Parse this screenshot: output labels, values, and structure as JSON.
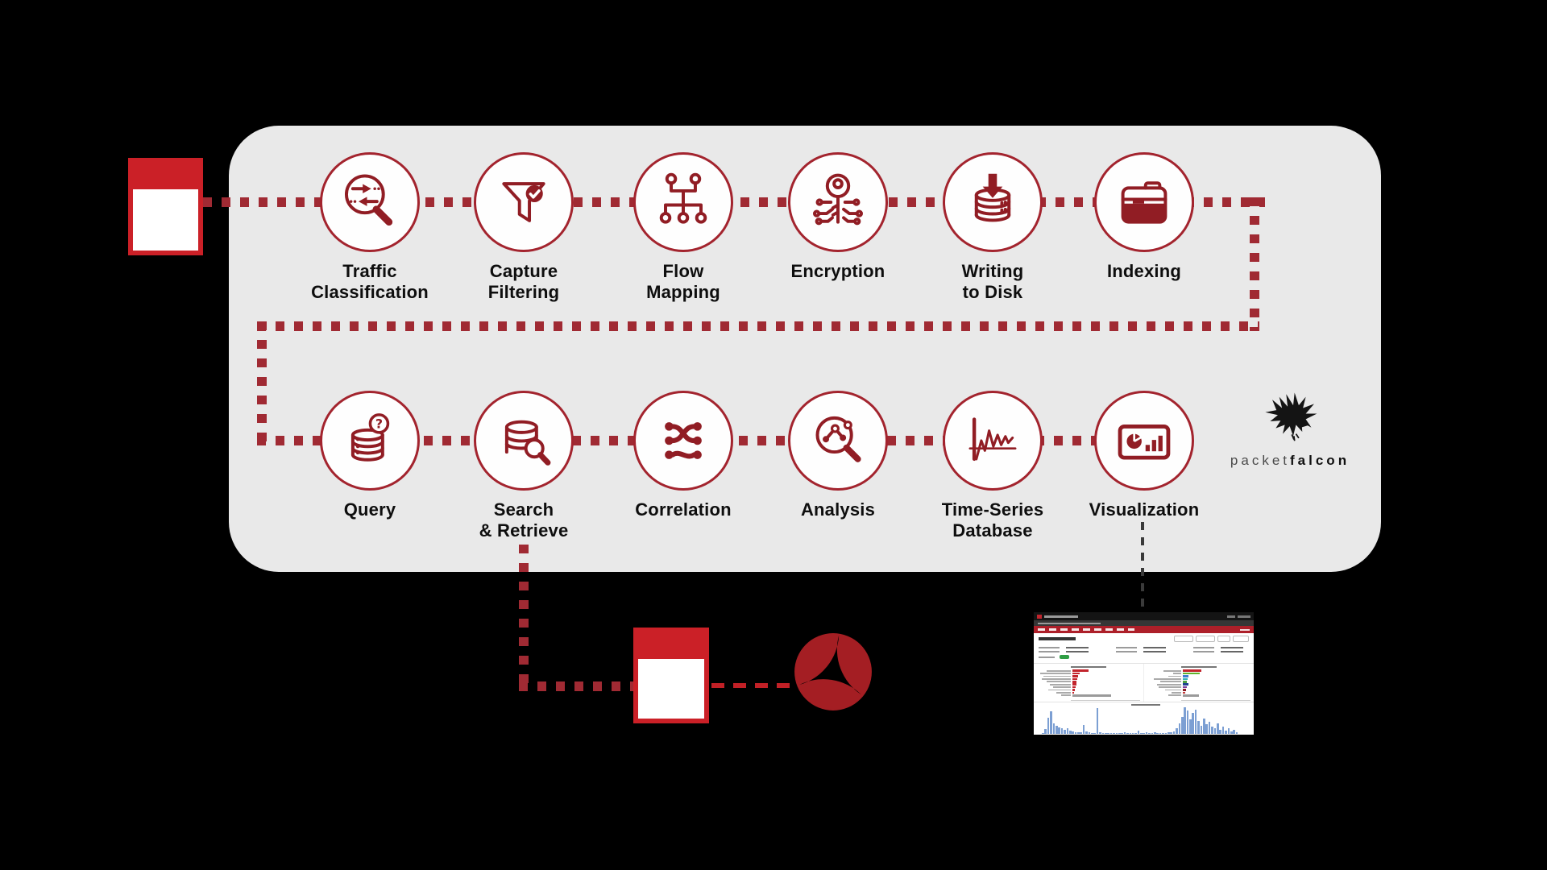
{
  "diagram": {
    "steps_row1": [
      {
        "label": "Traffic\nClassification",
        "icon": "traffic-classification-icon"
      },
      {
        "label": "Capture\nFiltering",
        "icon": "capture-filtering-icon"
      },
      {
        "label": "Flow\nMapping",
        "icon": "flow-mapping-icon"
      },
      {
        "label": "Encryption",
        "icon": "encryption-icon"
      },
      {
        "label": "Writing\nto Disk",
        "icon": "writing-to-disk-icon"
      },
      {
        "label": "Indexing",
        "icon": "indexing-icon"
      }
    ],
    "steps_row2": [
      {
        "label": "Query",
        "icon": "query-icon"
      },
      {
        "label": "Search\n& Retrieve",
        "icon": "search-retrieve-icon"
      },
      {
        "label": "Correlation",
        "icon": "correlation-icon"
      },
      {
        "label": "Analysis",
        "icon": "analysis-icon"
      },
      {
        "label": "Time-Series\nDatabase",
        "icon": "time-series-database-icon"
      },
      {
        "label": "Visualization",
        "icon": "visualization-icon"
      }
    ],
    "brand": {
      "part1": "packet",
      "part2": "falcon"
    }
  },
  "colors": {
    "connector_red": "#A02A33",
    "icon_red": "#911D24",
    "bright_red": "#CB2027",
    "ntop_red": "#A41E23",
    "panel_gray": "#E9E9E9",
    "histogram_blue": "#7C9FD3",
    "nav_red": "#AD1F29"
  },
  "chart_data": [
    {
      "type": "bar",
      "orientation": "horizontal",
      "panel": "dashboard-top-left",
      "values": [
        26,
        12,
        9,
        8,
        7,
        6,
        5,
        4,
        3
      ],
      "color": "#C2242C",
      "tail_value": 62,
      "tail_color": "#9A9A9A",
      "xlim": [
        0,
        100
      ],
      "label_widths": [
        30,
        38,
        34,
        36,
        30,
        26,
        22,
        28,
        18,
        12
      ]
    },
    {
      "type": "bar",
      "orientation": "horizontal",
      "panel": "dashboard-top-right",
      "series": [
        {
          "value": 30,
          "color": "#C2242C"
        },
        {
          "value": 27,
          "color": "#5FB32C"
        },
        {
          "value": 9,
          "color": "#3F7FD0"
        },
        {
          "value": 8,
          "color": "#2FB3B3"
        },
        {
          "value": 7,
          "color": "#4A9E3F"
        },
        {
          "value": 9,
          "color": "#20408F"
        },
        {
          "value": 6,
          "color": "#7D3C9E"
        },
        {
          "value": 5,
          "color": "#8A1B22"
        },
        {
          "value": 4,
          "color": "#C13A3A"
        },
        {
          "value": 25,
          "color": "#9A9A9A"
        }
      ],
      "xlim": [
        0,
        100
      ],
      "label_widths": [
        22,
        10,
        16,
        34,
        26,
        30,
        28,
        20,
        12,
        16
      ]
    },
    {
      "type": "bar",
      "panel": "dashboard-timeline",
      "color": "#7C9FD3",
      "values": [
        4,
        18,
        62,
        85,
        40,
        30,
        24,
        20,
        16,
        22,
        12,
        9,
        7,
        6,
        5,
        34,
        8,
        5,
        4,
        3,
        96,
        6,
        4,
        3,
        3,
        4,
        3,
        2,
        3,
        2,
        6,
        3,
        2,
        4,
        2,
        12,
        3,
        2,
        5,
        3,
        2,
        6,
        3,
        4,
        2,
        3,
        5,
        7,
        10,
        22,
        40,
        65,
        100,
        88,
        55,
        78,
        92,
        48,
        30,
        58,
        36,
        44,
        26,
        20,
        38,
        16,
        28,
        12,
        22,
        9,
        16,
        7
      ]
    }
  ]
}
